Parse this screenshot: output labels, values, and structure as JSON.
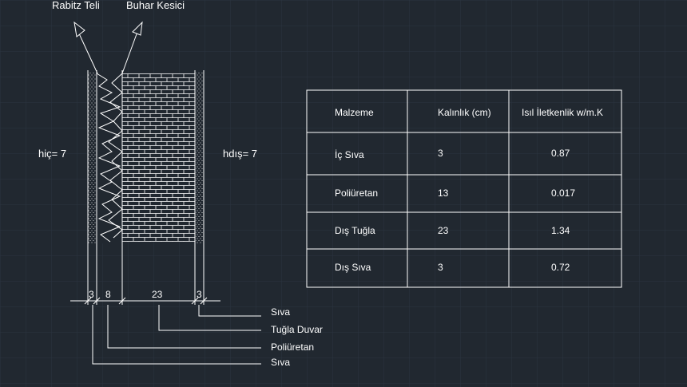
{
  "callouts": {
    "rabitz": "Rabitz Teli",
    "buhar": "Buhar Kesici"
  },
  "h_inner": "hiç= 7",
  "h_outer": "hdış= 7",
  "dimensions": [
    "3",
    "8",
    "23",
    "3"
  ],
  "layer_labels": {
    "siva_outer": "Sıva",
    "tugla": "Tuğla Duvar",
    "poliuretan": "Poliüretan",
    "siva_inner": "Sıva"
  },
  "table": {
    "headers": [
      "Malzeme",
      "Kalınlık (cm)",
      "Isıl İletkenlik w/m.K"
    ],
    "rows": [
      [
        "İç Sıva",
        "3",
        "0.87"
      ],
      [
        "Poliüretan",
        "13",
        "0.017"
      ],
      [
        "Dış Tuğla",
        "23",
        "1.34"
      ],
      [
        "Dış Sıva",
        "3",
        "0.72"
      ]
    ]
  },
  "colors": {
    "background": "#212830",
    "grid": "#2b3440",
    "line": "#ffffff"
  }
}
